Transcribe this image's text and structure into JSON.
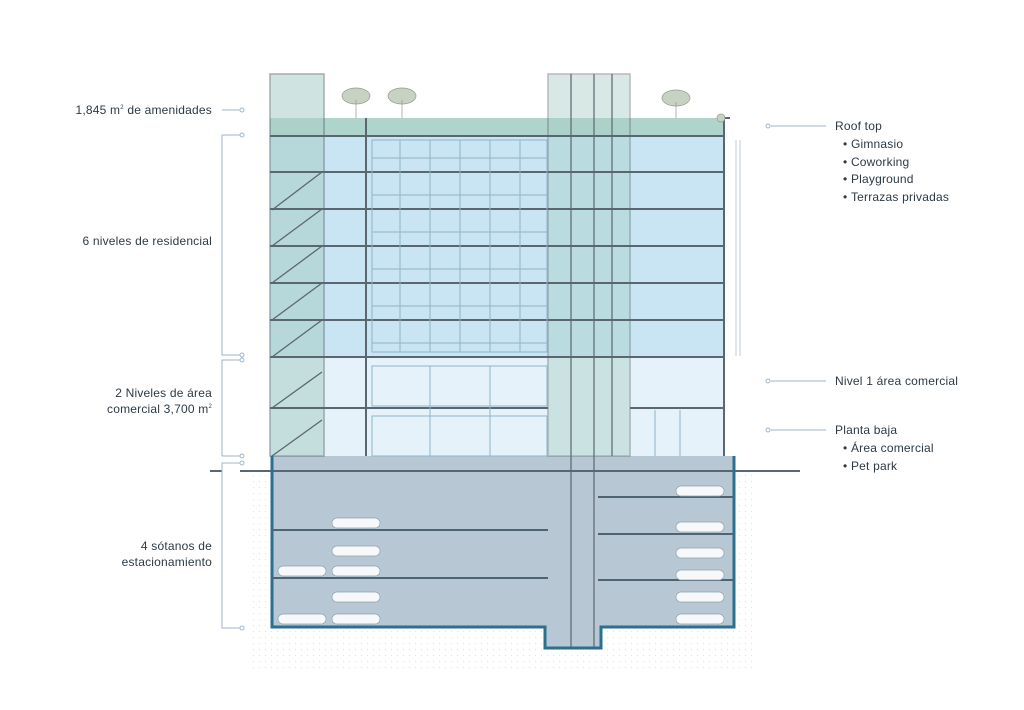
{
  "left_labels": {
    "amenities": {
      "prefix": "1,845 m",
      "sup": "2",
      "suffix": " de amenidades"
    },
    "residential": "6 niveles de residencial",
    "commercial": {
      "line1": "2 Niveles de área",
      "line2_prefix": "comercial 3,700 m",
      "sup": "2"
    },
    "parking": {
      "line1": "4 sótanos de",
      "line2": "estacionamiento"
    }
  },
  "right_labels": {
    "rooftop": {
      "title": "Roof top",
      "items": [
        "Gimnasio",
        "Coworking",
        "Playground",
        "Terrazas privadas"
      ]
    },
    "level1": {
      "title": "Nivel 1 área comercial"
    },
    "ground": {
      "title": "Planta baja",
      "items": [
        "Área comercial",
        "Pet park"
      ]
    }
  },
  "colors": {
    "residential": "#bfe1f2",
    "commercial": "#e6f2f9",
    "parking": "#b7c7d3",
    "amenities": "#a6cfc5",
    "structure": "#5b6770",
    "basement_wall": "#2d6f8e",
    "leader": "#9fb6c8"
  },
  "icons": [
    "tree-icon",
    "car-icon"
  ]
}
